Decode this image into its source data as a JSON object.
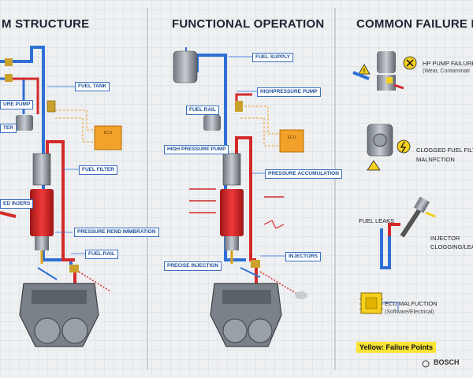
{
  "titles": {
    "structure": "M STRUCTURE",
    "operation": "FUNCTIONAL OPERATION",
    "failures": "COMMON FAILURE POI"
  },
  "structure_labels": {
    "fuel_tank": "FUEL TANK",
    "pressure_pump": "URE PUMP",
    "filter": "TER",
    "ecu": "ECU",
    "fuel_filter": "FUEL FILTER",
    "injectors": "ED INJERS",
    "pressure_regulation": "PRESSURE REND IMMBRATION",
    "fuel_rail": "FUEL RAIL"
  },
  "operation_labels": {
    "fuel_supply": "FUEL SUPPLY",
    "high_pressure_pump_top": "HIGHPRESSURE PUMP",
    "fuel_rail": "FUEL RAIL",
    "high_pressure_pump": "HIGH PRESSURE PUMP",
    "ecu": "ECU",
    "pressure_accumulation": "PRESSURE ACCUMULATION",
    "injectors": "INJECTORS",
    "precise_injection": "PRECISE INJECTION"
  },
  "failure_items": {
    "hp_pump": "HP PUMP FAILURE",
    "hp_pump_sub": "(Wear, Contaminati",
    "clogged_filter": "CLOGGED FUEL FILTER",
    "clogged_filter_sub": "MALNFCTION",
    "fuel_leaks": "FUEL LEAKS",
    "injector": "INJECTOR",
    "injector_sub": "CLOGGING/LEAK",
    "ecu": "ECU MALFUCTION",
    "ecu_sub": "(Software/Electrical)"
  },
  "legend": "Yellow: Failure Points",
  "brand": "BOSCH",
  "colors": {
    "fuel_low": "#2f6fd6",
    "fuel_high": "#d42a2a",
    "ecu": "#f2a12a",
    "warning": "#f5d01e"
  }
}
